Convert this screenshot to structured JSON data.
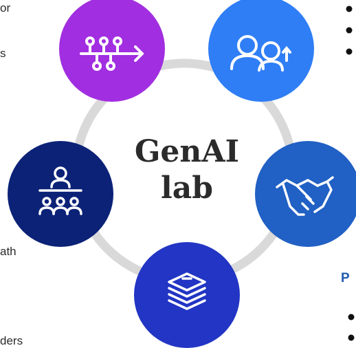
{
  "center": {
    "line1": "GenAI",
    "line2": "lab"
  },
  "left_fragments": [
    "or",
    "s",
    "ath",
    "ders"
  ],
  "right_fragment_heading": "P",
  "nodes": [
    {
      "icon": "pipeline-branch-icon",
      "color": "#a12ee0"
    },
    {
      "icon": "people-upgrade-icon",
      "color": "#2f7ef6"
    },
    {
      "icon": "handshake-icon",
      "color": "#2160c4"
    },
    {
      "icon": "layers-stack-icon",
      "color": "#2235c4"
    },
    {
      "icon": "presenter-audience-icon",
      "color": "#0b2277"
    }
  ],
  "ring_color": "#d9d9d9"
}
